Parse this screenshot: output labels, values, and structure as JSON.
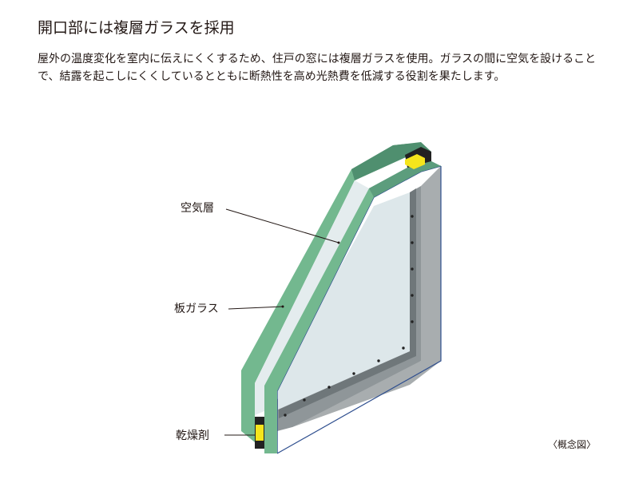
{
  "title": "開口部には複層ガラスを採用",
  "description": "屋外の温度変化を室内に伝えにくくするため、住戸の窓には複層ガラスを使用。ガラスの間に空気を設けることで、結露を起こしにくくしているとともに断熱性を高め光熱費を低減する役割を果たします。",
  "labels": {
    "air_layer": "空気層",
    "glass_pane": "板ガラス",
    "desiccant": "乾燥剤"
  },
  "note": "〈概念図〉",
  "colors": {
    "glass_edge_green": "#73b88f",
    "glass_dark_green": "#4f8f6f",
    "glass_face": "#dde7ea",
    "frame_gray": "#a8adaf",
    "frame_dark": "#7e8588",
    "desiccant_yellow": "#f5e51c",
    "outline_blue": "#2f4f8f"
  }
}
